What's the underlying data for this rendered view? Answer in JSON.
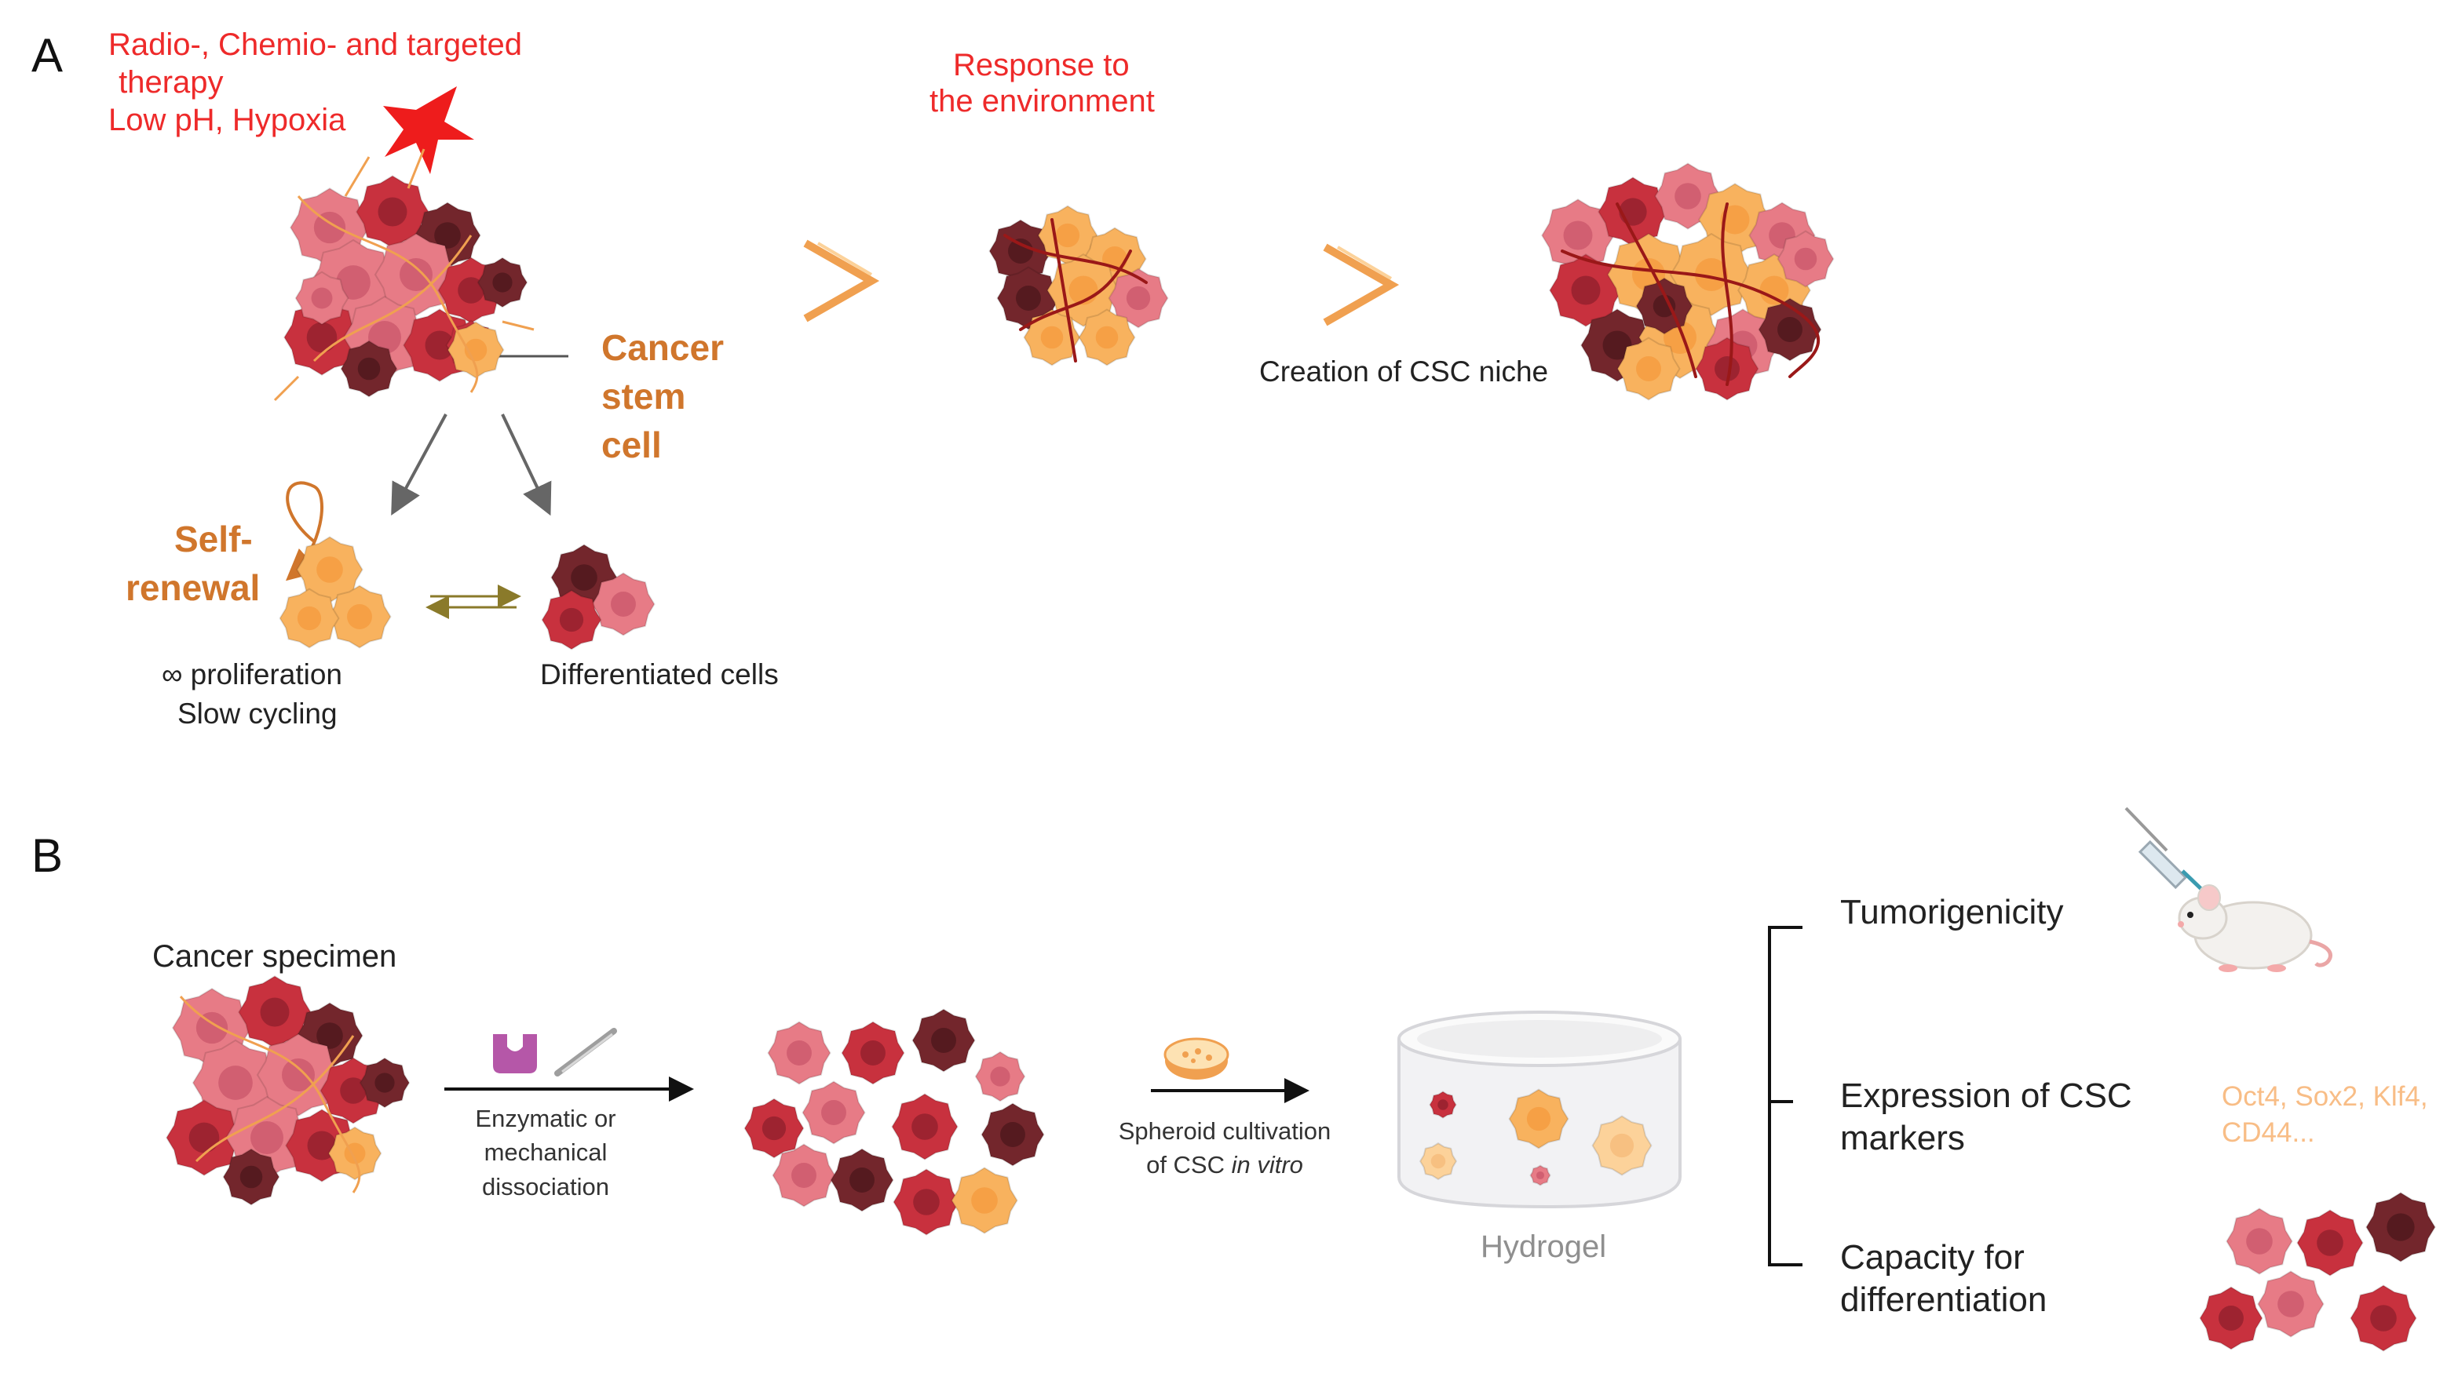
{
  "panel_a": {
    "letter": "A",
    "stress_line1": "Radio-, Chemio- and targeted",
    "stress_line2": " therapy",
    "stress_line3": "Low pH, Hypoxia",
    "csc_line1": "Cancer",
    "csc_line2": "stem",
    "csc_line3": "cell",
    "response_line1": "Response to",
    "response_line2": "the environment",
    "niche_label": "Creation of CSC niche",
    "self_renewal_line1": "Self-",
    "self_renewal_line2": "renewal",
    "proliferation": "∞ proliferation",
    "slow_cycling": "Slow cycling",
    "differentiated": "Differentiated cells"
  },
  "panel_b": {
    "letter": "B",
    "specimen": "Cancer specimen",
    "dissociation_line1": "Enzymatic or",
    "dissociation_line2": "mechanical",
    "dissociation_line3": "dissociation",
    "spheroid_line1": "Spheroid cultivation",
    "spheroid_line2_prefix": "of CSC ",
    "spheroid_line2_italic": "in vitro",
    "hydrogel": "Hydrogel",
    "tumorigenicity": "Tumorigenicity",
    "markers_line1": "Expression of CSC",
    "markers_line2": "markers",
    "marker_list_line1": "Oct4, Sox2, Klf4,",
    "marker_list_line2": "CD44...",
    "capacity_line1": "Capacity for",
    "capacity_line2": "differentiation"
  },
  "colors": {
    "cell_light_red": "#e77b86",
    "cell_red": "#c8313e",
    "cell_dark": "#73262c",
    "cell_orange": "#f8b25e",
    "cell_peach": "#fcd29a",
    "accent_orange": "#f0a050",
    "vessel": "#9a1818",
    "text_red": "#ee2a2a",
    "text_orange": "#d0762c"
  }
}
